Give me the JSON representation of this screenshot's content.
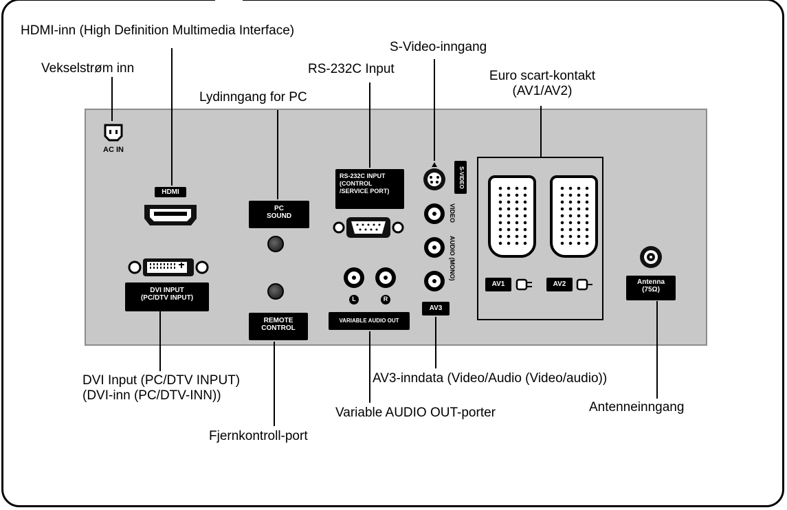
{
  "callouts": {
    "hdmi_in": "HDMI-inn (High Definition Multimedia Interface)",
    "ac_in": "Vekselstrøm inn",
    "s_video": "S-Video-inngang",
    "rs232c": "RS-232C Input",
    "euro_scart_1": "Euro scart-kontakt",
    "euro_scart_2": "(AV1/AV2)",
    "pc_sound": "Lydinngang for PC",
    "dvi_1": "DVI Input (PC/DTV INPUT)",
    "dvi_2": "(DVI-inn (PC/DTV-INN))",
    "av3": "AV3-inndata (Video/Audio (Video/audio))",
    "antenna_in": "Antenneinngang",
    "variable_audio": "Variable AUDIO OUT-porter",
    "remote_port": "Fjernkontroll-port"
  },
  "panel_labels": {
    "ac_in": "AC IN",
    "hdmi": "HDMI",
    "pc_sound_1": "PC",
    "pc_sound_2": "SOUND",
    "rs232_1": "RS-232C INPUT",
    "rs232_2": "(CONTROL",
    "rs232_3": "/SERVICE PORT)",
    "dvi_1": "DVI INPUT",
    "dvi_2": "(PC/DTV INPUT)",
    "remote_1": "REMOTE",
    "remote_2": "CONTROL",
    "variable_audio": "VARIABLE AUDIO OUT",
    "audio_l": "L",
    "audio_r": "R",
    "s_video": "S-VIDEO",
    "video": "VIDEO",
    "audio_mono": "AUDIO (MONO)",
    "av3": "AV3",
    "av1": "AV1",
    "av2": "AV2",
    "antenna_1": "Antenna",
    "antenna_2": "(75Ω)"
  }
}
